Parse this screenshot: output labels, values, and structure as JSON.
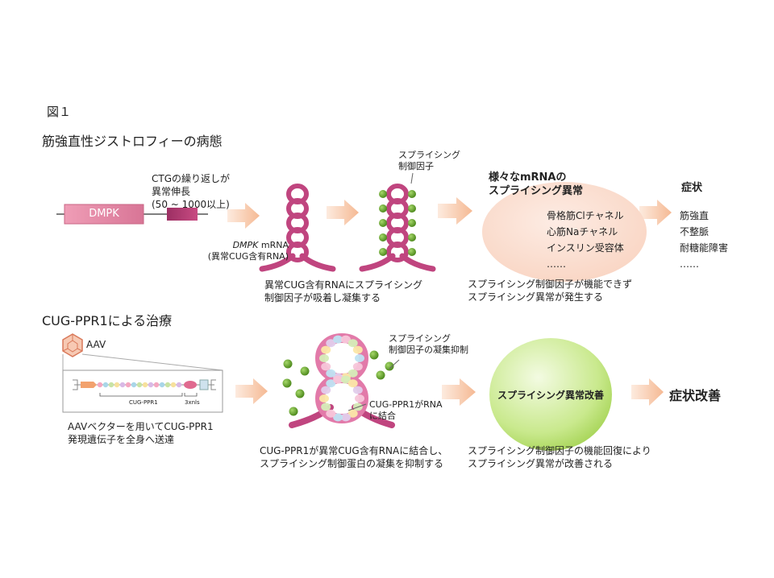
{
  "figure_label": "図１",
  "section1": {
    "title": "筋強直性ジストロフィーの病態",
    "ctg_note": [
      "CTGの繰り返しが",
      "異常伸長",
      "(50 ~ 1000以上)"
    ],
    "dmpk_box": "DMPK",
    "mrna_label_gene": "DMPK",
    "mrna_label_suffix": " mRNA",
    "mrna_label_line2": "(異常CUG含有RNA)",
    "caption_adsorb": [
      "異常CUG含有RNAにスプライシング",
      "制御因子が吸着し凝集する"
    ],
    "factor_label": [
      "スプライシング",
      "制御因子"
    ],
    "mrna_splicing_title": [
      "様々なmRNAの",
      "スプライシング異常"
    ],
    "mrna_list": [
      "骨格筋Clチャネル",
      "心筋Naチャネル",
      "インスリン受容体",
      "……"
    ],
    "caption_abnormal": [
      "スプライシング制御因子が機能できず",
      "スプライシング異常が発生する"
    ],
    "symptoms_title": "症状",
    "symptoms_list": [
      "筋強直",
      "不整脈",
      "耐糖能障害",
      "……"
    ]
  },
  "section2": {
    "title": "CUG-PPR1による治療",
    "aav_label": "AAV",
    "construct_cug": "CUG-PPR1",
    "construct_nls": "3xnls",
    "caption_aav": [
      "AAVベクターを用いてCUG-PPR1",
      "発現遺伝子を全身へ送達"
    ],
    "factor_inhibit": [
      "スプライシング",
      "制御因子の凝集抑制"
    ],
    "binding_label": [
      "CUG-PPR1がRNA",
      "に結合"
    ],
    "caption_binding": [
      "CUG-PPR1が異常CUG含有RNAに結合し、",
      "スプライシング制御蛋白の凝集を抑制する"
    ],
    "improve_ellipse": "スプライシング異常改善",
    "caption_recover": [
      "スプライシング制御因子の機能回復により",
      "スプライシング異常が改善される"
    ],
    "result": "症状改善"
  },
  "colors": {
    "rna": "#c0457f",
    "rna_light": "#e27aa9",
    "factor": "#6aa62c",
    "arrow": "#f6c6a8",
    "dmpk": "#e58aa6",
    "ellipse_top": "#fbe2d6",
    "ellipse_green": "#b7df6a"
  }
}
